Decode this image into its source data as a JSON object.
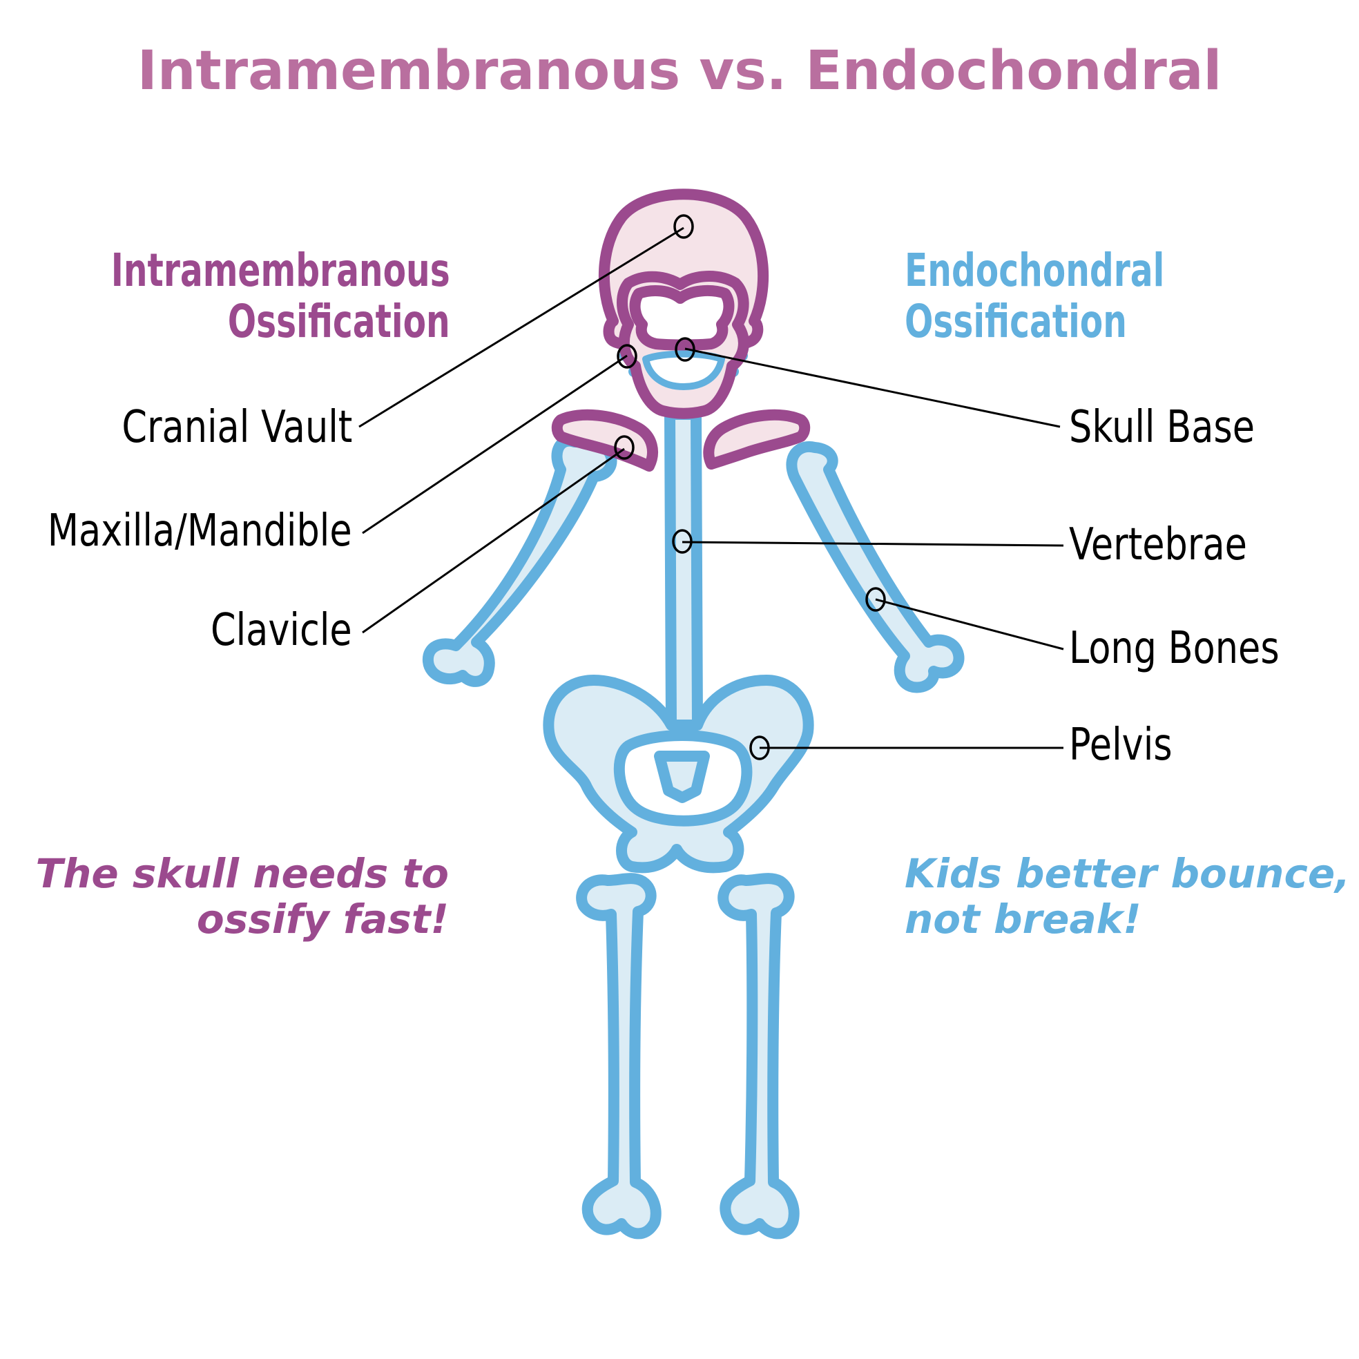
{
  "title": "Intramembranous vs. Endochondral",
  "colors": {
    "intramembranous": "#9b4a8e",
    "intramembranous_fill": "#f5e3e8",
    "endochondral": "#62b0de",
    "endochondral_fill": "#dbecf5",
    "title": "#b96f9f",
    "label": "#000000"
  },
  "left": {
    "heading_line1": "Intramembranous",
    "heading_line2": "Ossification",
    "labels": [
      "Cranial Vault",
      "Maxilla/Mandible",
      "Clavicle"
    ],
    "note_line1": "The skull needs to",
    "note_line2": "ossify fast!"
  },
  "right": {
    "heading_line1": "Endochondral",
    "heading_line2": "Ossification",
    "labels": [
      "Skull Base",
      "Vertebrae",
      "Long Bones",
      "Pelvis"
    ],
    "note_line1": "Kids better bounce,",
    "note_line2": "not break!"
  }
}
